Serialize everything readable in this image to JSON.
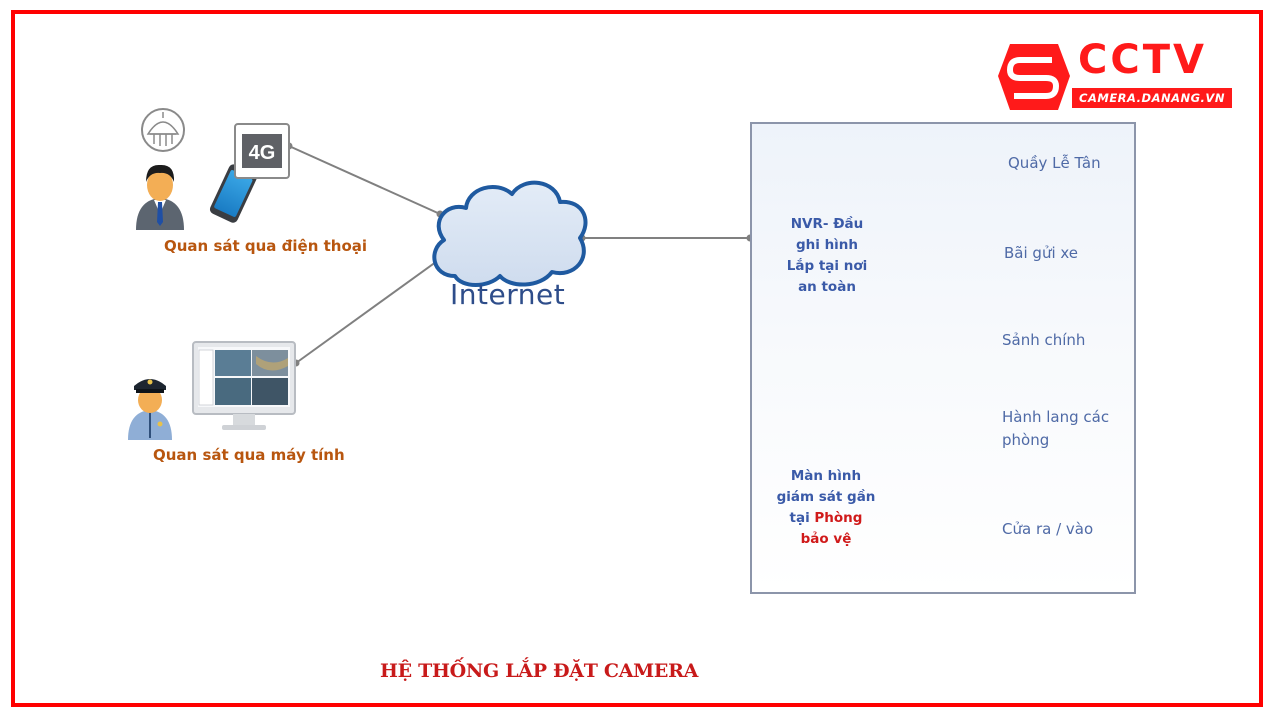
{
  "diagram": {
    "title": "HỆ THỐNG LẮP ĐẶT CAMERA",
    "logo": {
      "brand": "CCTV",
      "subtitle": "CAMERA.DANANG.VN",
      "brand_color": "#ff1a1a"
    },
    "frame_color": "#ff0000",
    "left_clients": [
      {
        "id": "phone",
        "label": "Quan sát qua điện thoại",
        "badge": "4G",
        "icons": [
          "building-icon",
          "businessman-icon",
          "smartphone-icon",
          "4g-badge-icon"
        ]
      },
      {
        "id": "computer",
        "label": "Quan sát qua máy tính",
        "icons": [
          "security-guard-icon",
          "monitor-icon"
        ]
      }
    ],
    "network": {
      "label": "Internet",
      "icon": "cloud-icon"
    },
    "site_panel": {
      "nvr": {
        "lines": [
          "NVR- Đầu",
          "ghi hình",
          "Lắp tại nơi",
          "an toàn"
        ],
        "icon": "nvr-recorder-icon"
      },
      "video_wall": {
        "lines": [
          "Màn hình",
          "giám sát gần"
        ],
        "line3_prefix": "tại ",
        "line3_highlight": "Phòng",
        "line4": "bảo vệ",
        "icon": "video-wall-icon"
      },
      "cameras": [
        {
          "label": "Quầy Lễ Tân",
          "type": "bullet-camera-icon"
        },
        {
          "label": "Bãi gửi xe",
          "type": "bullet-camera-icon"
        },
        {
          "label": "Sảnh chính",
          "type": "bullet-camera-icon"
        },
        {
          "label_line1": "Hành lang các",
          "label_line2": "phòng",
          "type": "bullet-camera-icon"
        },
        {
          "label": "Cửa ra / vào",
          "type": "dome-camera-icon"
        }
      ]
    },
    "colors": {
      "label_orange": "#b8560f",
      "label_blue": "#3a5aa8",
      "highlight_red": "#d01a1a",
      "connector_gray": "#808080",
      "cloud_stroke": "#1f5aa0",
      "cloud_fill": "#dae5f3"
    }
  }
}
